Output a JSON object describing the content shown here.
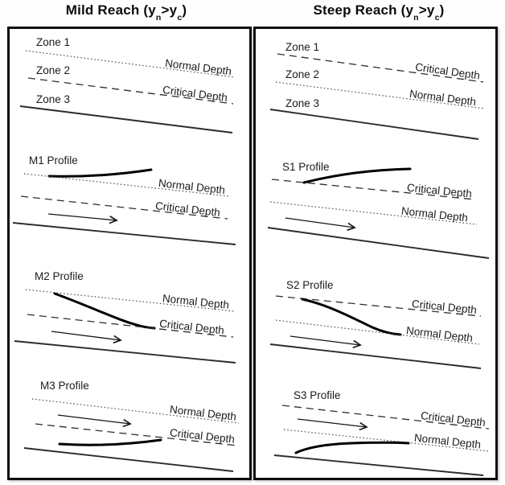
{
  "header": {
    "left_title": {
      "pre": "Mild Reach (y",
      "sub_n": "n",
      "mid": ">y",
      "sub_c": "c",
      "post": ")"
    },
    "right_title": {
      "pre": "Steep Reach (y",
      "sub_n": "n",
      "mid": ">y",
      "sub_c": "c",
      "post": ")"
    }
  },
  "mild": {
    "zones": {
      "zone1": "Zone 1",
      "zone2": "Zone 2",
      "zone3": "Zone 3",
      "upper_line_label": "Normal Depth",
      "lower_line_label": "Critical Depth"
    },
    "m1": {
      "title": "M1 Profile",
      "upper_line_label": "Normal Depth",
      "lower_line_label": "Critical Depth"
    },
    "m2": {
      "title": "M2 Profile",
      "upper_line_label": "Normal Depth",
      "lower_line_label": "Critical Depth"
    },
    "m3": {
      "title": "M3 Profile",
      "upper_line_label": "Normal Depth",
      "lower_line_label": "Critical Depth"
    }
  },
  "steep": {
    "zones": {
      "zone1": "Zone 1",
      "zone2": "Zone 2",
      "zone3": "Zone 3",
      "upper_line_label": "Critical Depth",
      "lower_line_label": "Normal Depth"
    },
    "s1": {
      "title": "S1 Profile",
      "upper_line_label": "Critical Depth",
      "lower_line_label": "Normal Depth"
    },
    "s2": {
      "title": "S2 Profile",
      "upper_line_label": "Critical Depth",
      "lower_line_label": "Normal Depth"
    },
    "s3": {
      "title": "S3 Profile",
      "upper_line_label": "Critical Depth",
      "lower_line_label": "Normal Depth"
    }
  },
  "colors": {
    "ink": "#111111",
    "thin_line": "#4d4d4d",
    "background": "#ffffff"
  }
}
